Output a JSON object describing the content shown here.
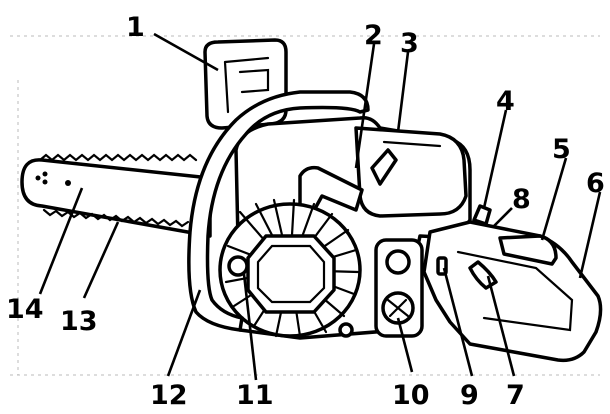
{
  "labels": [
    {
      "id": "callout-1",
      "text": "1"
    },
    {
      "id": "callout-2",
      "text": "2"
    },
    {
      "id": "callout-3",
      "text": "3"
    },
    {
      "id": "callout-4",
      "text": "4"
    },
    {
      "id": "callout-5",
      "text": "5"
    },
    {
      "id": "callout-6",
      "text": "6"
    },
    {
      "id": "callout-7",
      "text": "7"
    },
    {
      "id": "callout-8",
      "text": "8"
    },
    {
      "id": "callout-9",
      "text": "9"
    },
    {
      "id": "callout-10",
      "text": "10"
    },
    {
      "id": "callout-11",
      "text": "11"
    },
    {
      "id": "callout-12",
      "text": "12"
    },
    {
      "id": "callout-13",
      "text": "13"
    },
    {
      "id": "callout-14",
      "text": "14"
    }
  ],
  "colors": {
    "ink": "#000000",
    "paper": "#ffffff"
  }
}
